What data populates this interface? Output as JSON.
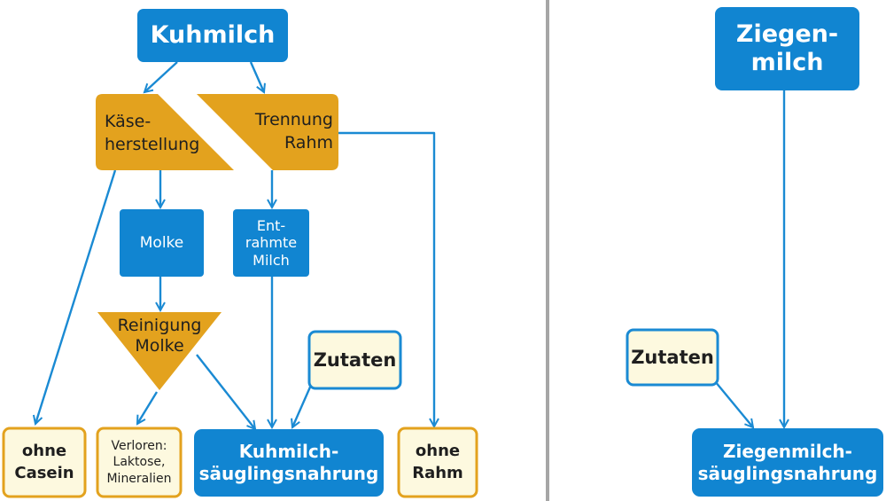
{
  "colors": {
    "blue": "#1185d1",
    "orange": "#e3a21e",
    "cream": "#fdf9df",
    "cream_border_blue": "#1a8ad3",
    "cream_border_orange": "#e3a21e",
    "arrow": "#1a8ad3",
    "divider": "#a6a6a6"
  },
  "left": {
    "kuhmilch": "Kuhmilch",
    "kaeseherstellung": "Käse-\nherstellung",
    "trennung_rahm": "Trennung\nRahm",
    "molke": "Molke",
    "entrahmte_milch": "Ent-\nrahmte\nMilch",
    "reinigung_molke": "Reinigung\nMolke",
    "zutaten": "Zutaten",
    "ohne_casein": "ohne\nCasein",
    "verloren": "Verloren:\nLaktose,\nMineralien",
    "kuhmilch_saeuglingsnahrung": "Kuhmilch-\nsäuglingsnahrung",
    "ohne_rahm": "ohne\nRahm"
  },
  "right": {
    "ziegenmilch": "Ziegen-\nmilch",
    "zutaten": "Zutaten",
    "ziegenmilch_saeuglingsnahrung": "Ziegenmilch-\nsäuglingsnahrung"
  }
}
